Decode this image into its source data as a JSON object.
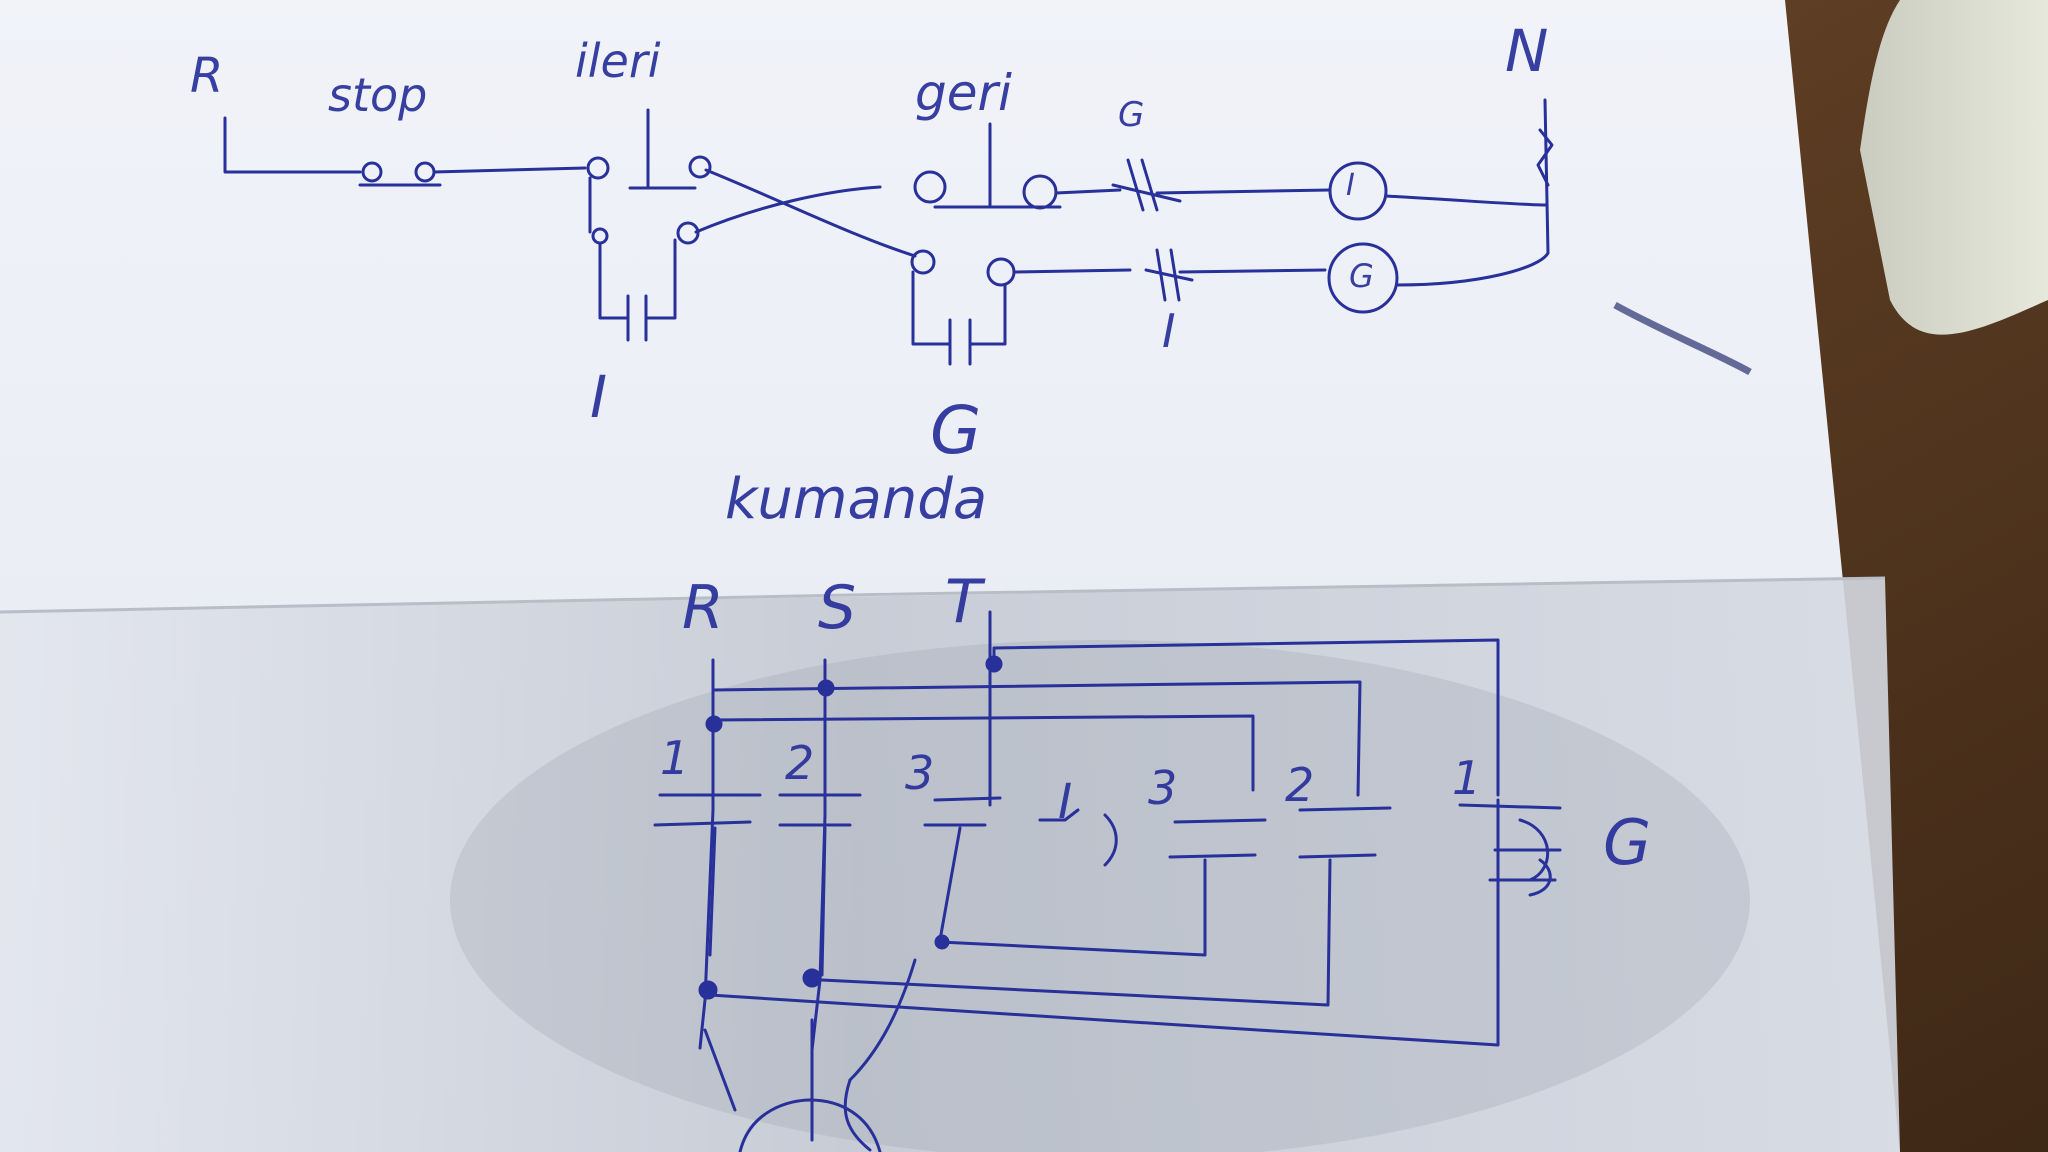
{
  "control_circuit": {
    "title": "kumanda",
    "labels": {
      "phase": "R",
      "neutral": "N",
      "stop": "stop",
      "forward": "ileri",
      "reverse": "geri",
      "forward_seal": "I",
      "reverse_seal": "G",
      "interlock_top": "G",
      "interlock_bottom": "I",
      "coil_forward": "I",
      "coil_reverse": "G"
    }
  },
  "power_circuit": {
    "labels": {
      "phase_r": "R",
      "phase_s": "S",
      "phase_t": "T",
      "contact_1_left": "1",
      "contact_2_left": "2",
      "contact_3_left": "3",
      "contactor_forward": "I",
      "contact_3_right": "3",
      "contact_2_right": "2",
      "contact_1_right": "1",
      "contactor_reverse": "G"
    }
  },
  "colors": {
    "ink": "#28309a",
    "paper": "#eceff6",
    "paper_shadow": "#c9ced8",
    "table": "#5a3d25"
  }
}
